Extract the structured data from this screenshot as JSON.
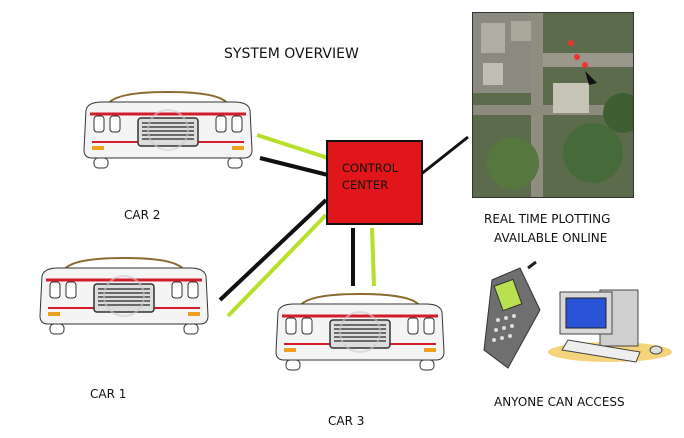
{
  "diagram": {
    "title": "SYSTEM OVERVIEW",
    "control_center": {
      "line1": "CONTROL",
      "line2": "CENTER"
    },
    "cars": [
      {
        "label": "CAR 2"
      },
      {
        "label": "CAR 1"
      },
      {
        "label": "CAR 3"
      }
    ],
    "map_caption": {
      "line1": "REAL TIME PLOTTING",
      "line2": "AVAILABLE ONLINE"
    },
    "access_caption": "ANYONE CAN ACCESS",
    "colors": {
      "control_box": "#e0161b",
      "link_dark": "#111111",
      "link_green": "#b7e02a",
      "car_trim": "#d21c2a",
      "car_roof": "#8a6a2e"
    }
  }
}
